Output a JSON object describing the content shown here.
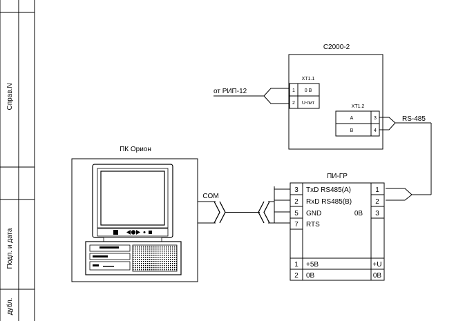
{
  "stamp": {
    "sprav": "Справ.N",
    "podp": "Подп. и дата",
    "dubl": "дубл."
  },
  "s2000": {
    "title": "С2000-2",
    "xt1_title": "ХТ1.1",
    "xt1_rows": [
      {
        "num": "1",
        "label": "0 В"
      },
      {
        "num": "2",
        "label": "U-пит"
      }
    ],
    "xt2_title": "ХТ1.2",
    "xt2_rows": [
      {
        "label": "А",
        "num": "3"
      },
      {
        "label": "В",
        "num": "4"
      }
    ],
    "rip_label": "от РИП-12",
    "rs485_label": "RS-485"
  },
  "pk": {
    "title": "ПК Орион",
    "com_label": "COM"
  },
  "pigr": {
    "title": "ПИ-ГР",
    "left_rows": [
      {
        "num": "3",
        "label": "TxD RS485(A)"
      },
      {
        "num": "2",
        "label": "RxD RS485(B)"
      },
      {
        "num": "5",
        "label": "GND"
      },
      {
        "num": "7",
        "label": "RTS"
      }
    ],
    "right_rows": [
      "1",
      "2",
      "3"
    ],
    "ov_label": "0В",
    "bottom_rows": [
      {
        "num": "1",
        "label": "+5В",
        "right": "+U"
      },
      {
        "num": "2",
        "label": "0В",
        "right": "0В"
      }
    ]
  }
}
